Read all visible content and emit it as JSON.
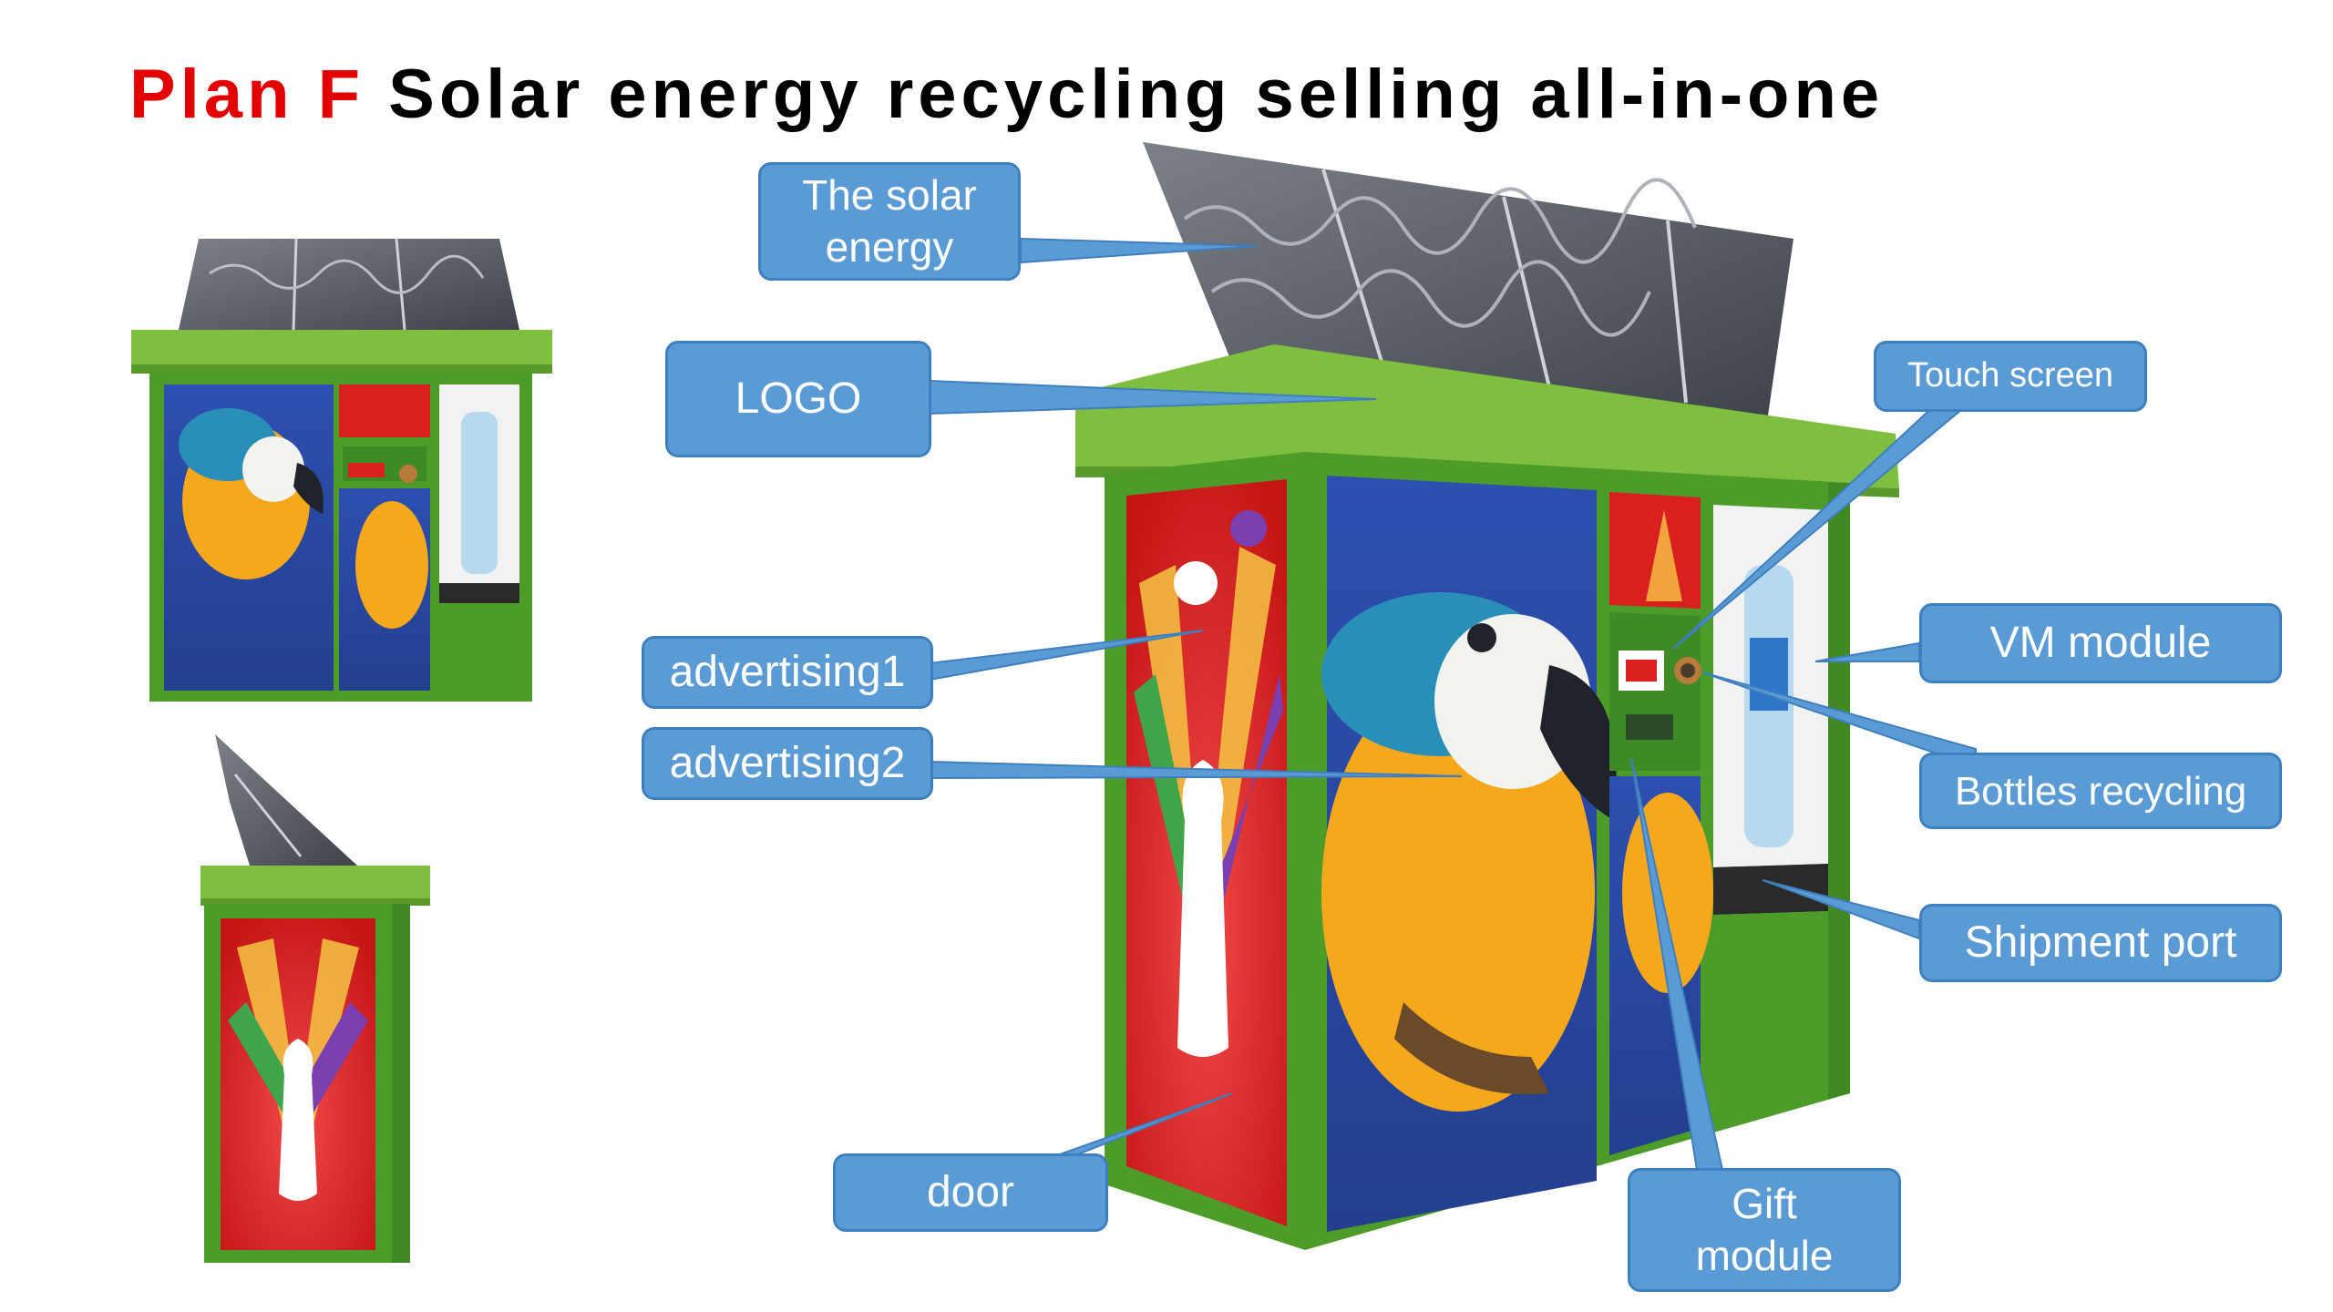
{
  "title": {
    "prefix": "Plan F",
    "rest": "Solar energy recycling selling all-in-one"
  },
  "colors": {
    "title_prefix": "#e30000",
    "callout_fill": "#5b9bd5",
    "callout_border": "#3f7fbf",
    "frame_green": "#4d9c2a",
    "roof_green": "#7fbf3f",
    "panel_gray": "#5a5f66"
  },
  "callouts": {
    "solar_energy": "The solar\nenergy",
    "logo": "LOGO",
    "touch_screen": "Touch screen",
    "vm_module": "VM module",
    "bottles_recycling": "Bottles recycling",
    "shipment_port": "Shipment port",
    "advertising1": "advertising1",
    "advertising2": "advertising2",
    "door": "door",
    "gift_module": "Gift\nmodule"
  }
}
